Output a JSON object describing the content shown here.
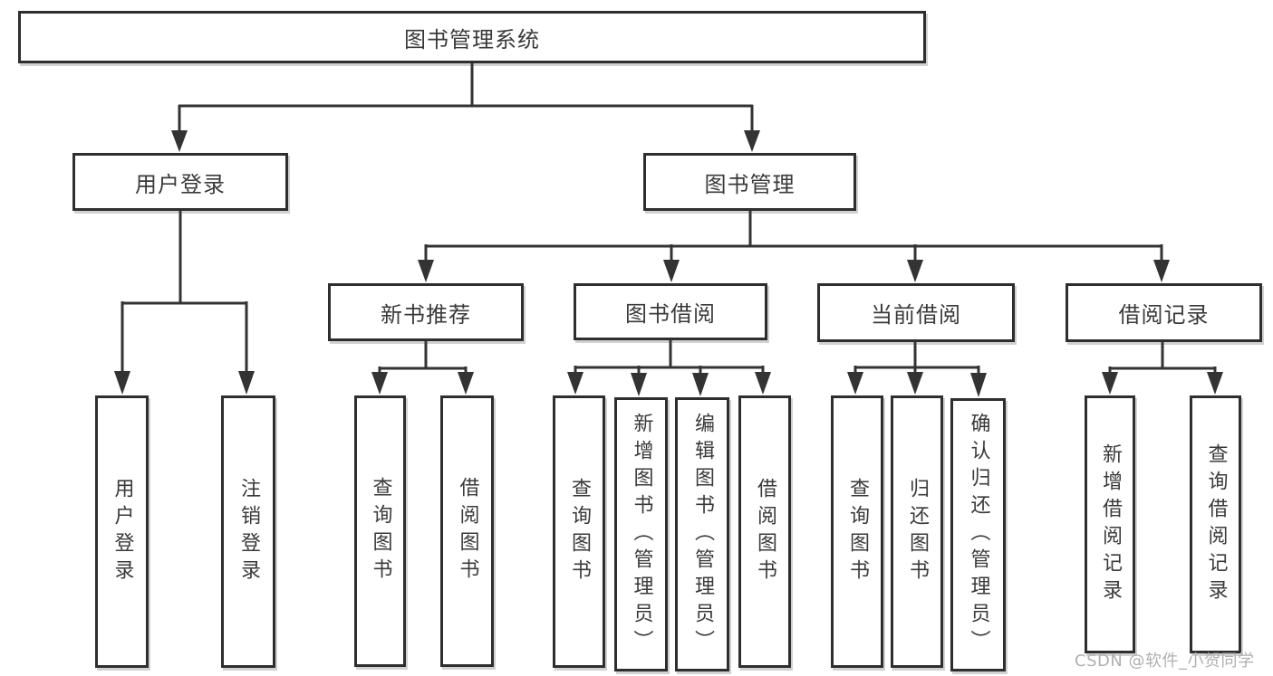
{
  "colors": {
    "background": "#ffffff",
    "line": "#333333",
    "box_border": "#2e2e2e",
    "box_fill": "#ffffff",
    "text": "#3a3a3a",
    "watermark": "#b0b0b0"
  },
  "tree": {
    "root": {
      "label": "图书管理系统",
      "children": [
        {
          "label": "用户登录",
          "children": [
            {
              "label": "用户登录"
            },
            {
              "label": "注销登录"
            }
          ]
        },
        {
          "label": "图书管理",
          "children": [
            {
              "label": "新书推荐",
              "children": [
                {
                  "label": "查询图书"
                },
                {
                  "label": "借阅图书"
                }
              ]
            },
            {
              "label": "图书借阅",
              "children": [
                {
                  "label": "查询图书"
                },
                {
                  "label": "新增图书（管理员）"
                },
                {
                  "label": "编辑图书（管理员）"
                },
                {
                  "label": "借阅图书"
                }
              ]
            },
            {
              "label": "当前借阅",
              "children": [
                {
                  "label": "查询图书"
                },
                {
                  "label": "归还图书"
                },
                {
                  "label": "确认归还（管理员）"
                }
              ]
            },
            {
              "label": "借阅记录",
              "children": [
                {
                  "label": "新增借阅记录"
                },
                {
                  "label": "查询借阅记录"
                }
              ]
            }
          ]
        }
      ]
    }
  },
  "watermark": {
    "text": "CSDN @软件_小贺同学"
  }
}
